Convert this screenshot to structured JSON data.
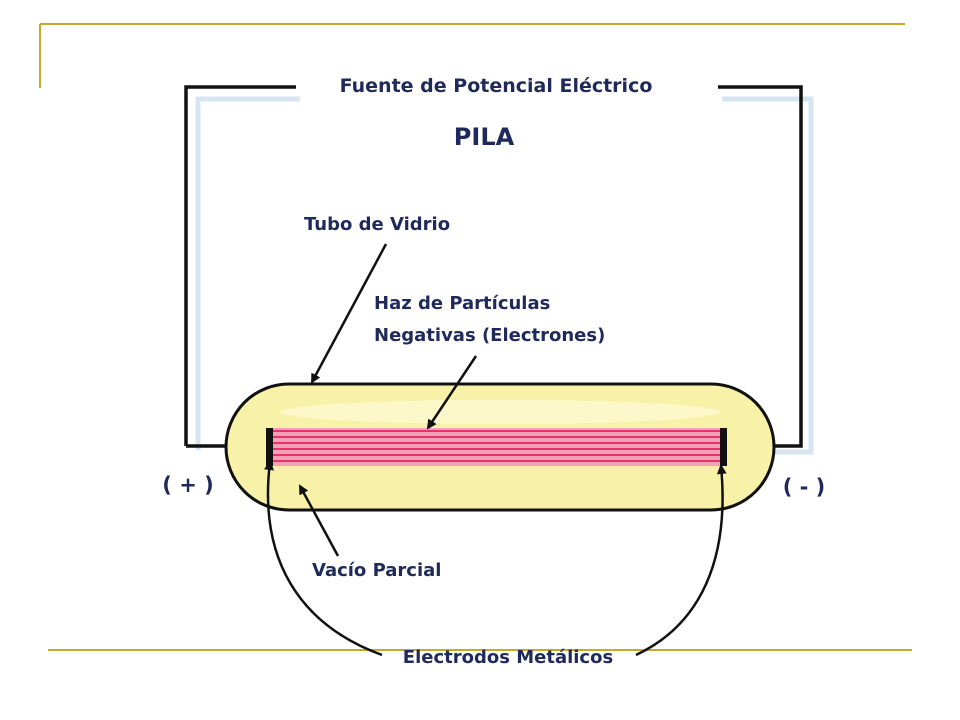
{
  "diagram": {
    "source_label": "Fuente de Potencial Eléctrico",
    "battery_label": "PILA",
    "glass_tube_label": "Tubo de Vidrio",
    "beam_label_line1": "Haz de Partículas",
    "beam_label_line2": "Negativas (Electrones)",
    "positive_terminal": "( + )",
    "negative_terminal": "( - )",
    "vacuum_label": "Vacío Parcial",
    "electrodes_label": "Electrodos Metálicos"
  },
  "colors": {
    "slide_accent": "#c8a92a",
    "tube_fill": "#f8f2a8",
    "beam": "#e8336a",
    "wire": "#111111",
    "text": "#1f2a5a"
  },
  "icons": {
    "arrows": "arrow-icon"
  }
}
